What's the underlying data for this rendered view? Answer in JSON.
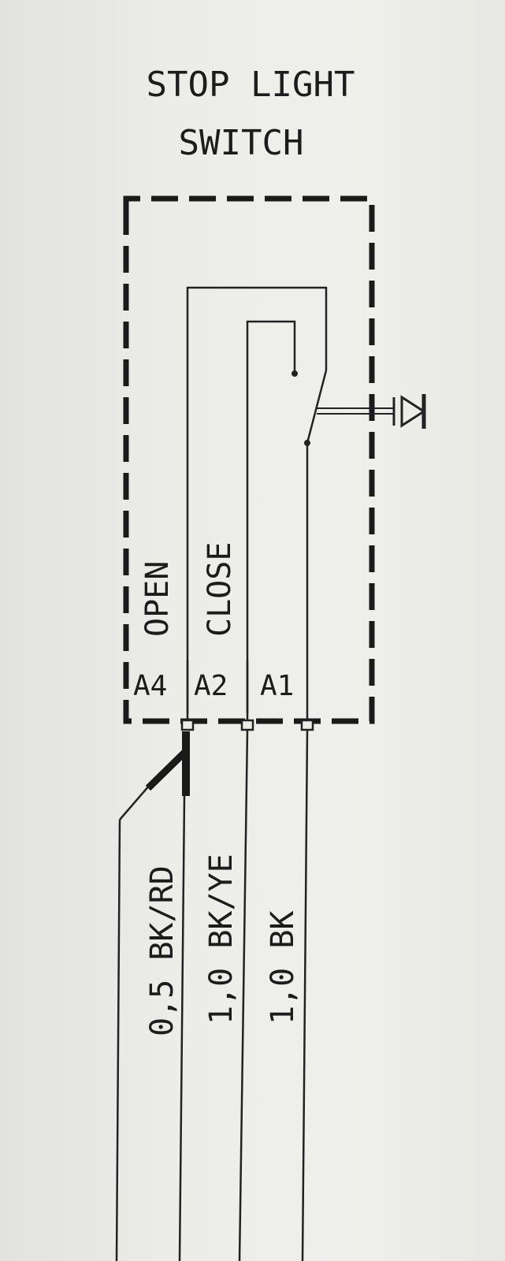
{
  "component": {
    "title_line1": "STOP LIGHT",
    "title_line2": "SWITCH"
  },
  "pins": [
    {
      "id": "A4",
      "label": "A4"
    },
    {
      "id": "A2",
      "label": "A2"
    },
    {
      "id": "A1",
      "label": "A1"
    }
  ],
  "states": {
    "open": "OPEN",
    "close": "CLOSE"
  },
  "wires": [
    {
      "pin": "A4",
      "label": "0,5 BK/RD"
    },
    {
      "pin": "A2",
      "label": "1,0 BK/YE"
    },
    {
      "pin": "A1",
      "label": "1,0 BK"
    }
  ]
}
